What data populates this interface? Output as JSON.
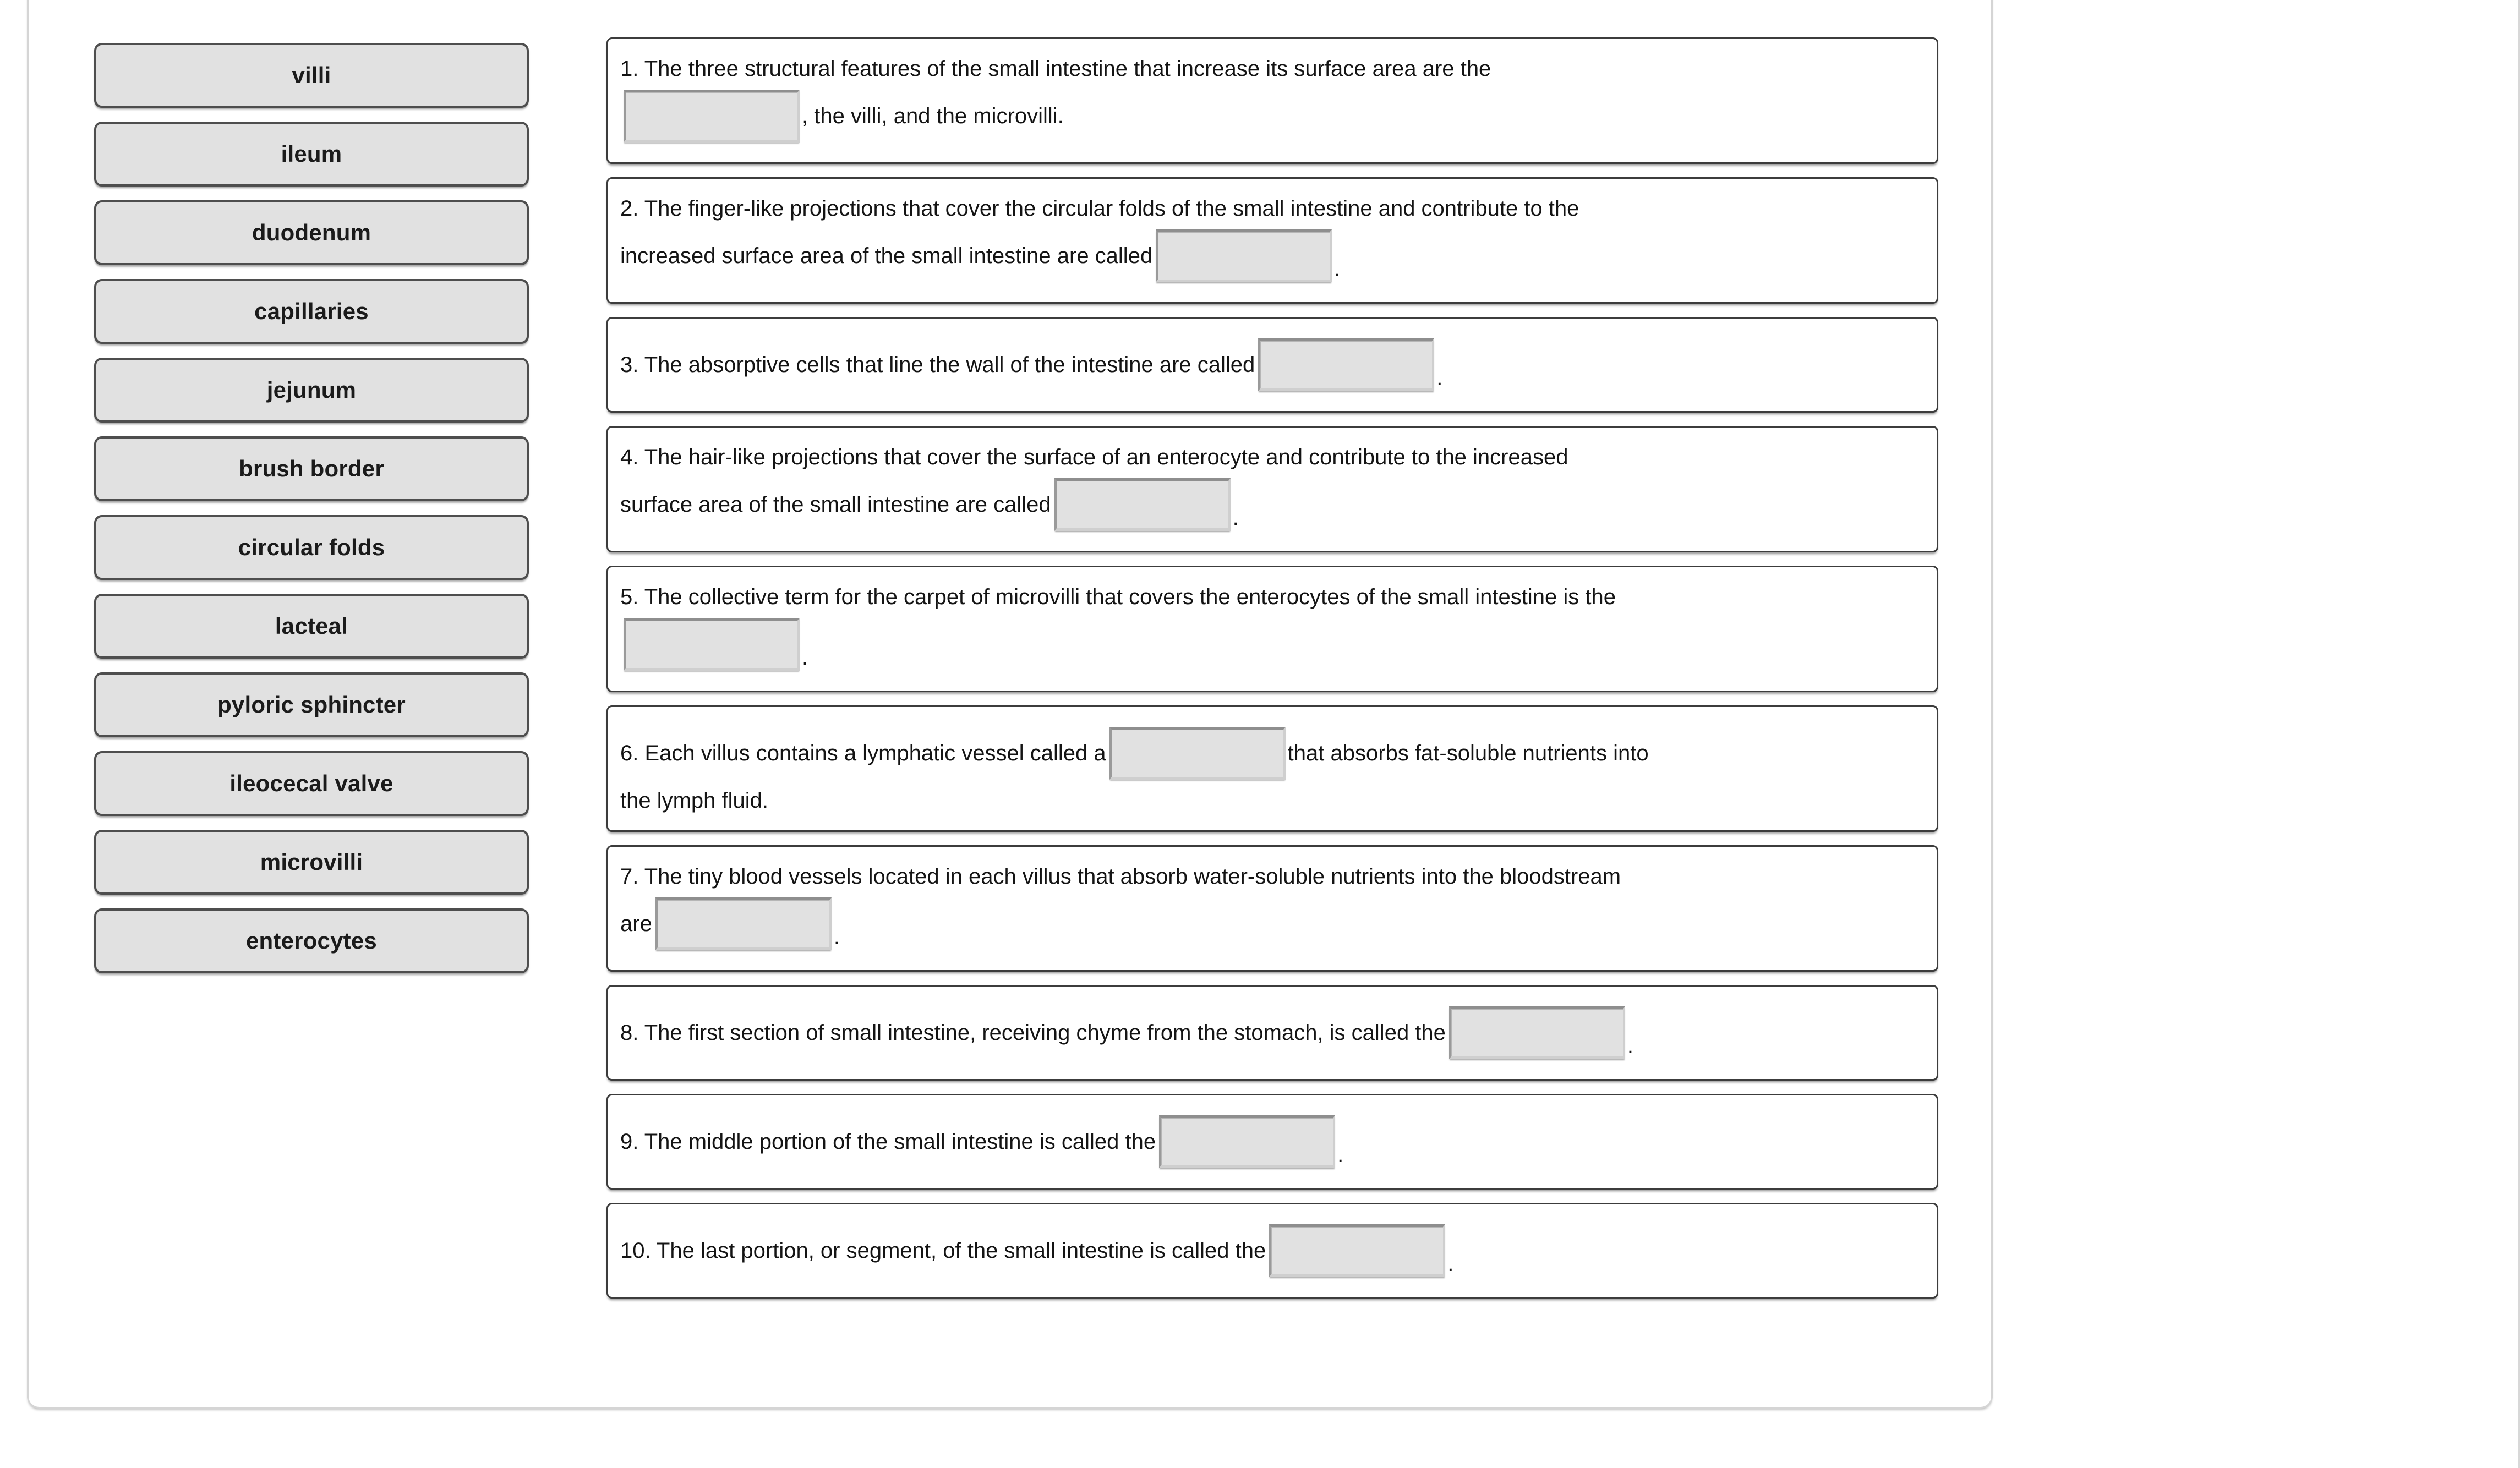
{
  "colors": {
    "chip_fill": "#e1e1e1",
    "chip_border": "#4e4e4e",
    "card_border": "#3c3c3c",
    "blank_fill": "#e1e1e1",
    "page_bg": "#ffffff",
    "outer_frame": "#d5d5d5",
    "text": "#141414"
  },
  "word_bank": {
    "items": [
      {
        "label": "villi"
      },
      {
        "label": "ileum"
      },
      {
        "label": "duodenum"
      },
      {
        "label": "capillaries"
      },
      {
        "label": "jejunum"
      },
      {
        "label": "brush border"
      },
      {
        "label": "circular folds"
      },
      {
        "label": "lacteal"
      },
      {
        "label": "pyloric sphincter"
      },
      {
        "label": "ileocecal valve"
      },
      {
        "label": "microvilli"
      },
      {
        "label": "enterocytes"
      }
    ]
  },
  "questions": [
    {
      "number": "1.",
      "segments": [
        {
          "type": "text",
          "value": "1. The three structural features of the small intestine that increase its surface area are the"
        },
        {
          "type": "break"
        },
        {
          "type": "blank",
          "size": "w-xl",
          "value": ""
        },
        {
          "type": "text",
          "value": ", the villi, and the microvilli."
        }
      ]
    },
    {
      "number": "2.",
      "segments": [
        {
          "type": "text",
          "value": "2. The finger-like projections that cover the circular folds of the small intestine and contribute to the"
        },
        {
          "type": "break"
        },
        {
          "type": "text",
          "value": "increased surface area of the small intestine are called"
        },
        {
          "type": "blank",
          "size": "w-xl",
          "value": ""
        },
        {
          "type": "punct",
          "value": "."
        }
      ]
    },
    {
      "number": "3.",
      "segments": [
        {
          "type": "text",
          "value": "3. The absorptive cells that line the wall of the intestine are called"
        },
        {
          "type": "blank",
          "size": "w-xl",
          "value": ""
        },
        {
          "type": "punct",
          "value": "."
        }
      ]
    },
    {
      "number": "4.",
      "segments": [
        {
          "type": "text",
          "value": "4. The hair-like projections that cover the surface of an enterocyte and contribute to the increased"
        },
        {
          "type": "break"
        },
        {
          "type": "text",
          "value": "surface area of the small intestine are called"
        },
        {
          "type": "blank",
          "size": "w-xl",
          "value": ""
        },
        {
          "type": "punct",
          "value": "."
        }
      ]
    },
    {
      "number": "5.",
      "segments": [
        {
          "type": "text",
          "value": "5. The collective term for the carpet of microvilli that covers the enterocytes of the small intestine is the"
        },
        {
          "type": "break"
        },
        {
          "type": "blank",
          "size": "w-xl",
          "value": ""
        },
        {
          "type": "punct",
          "value": "."
        }
      ]
    },
    {
      "number": "6.",
      "segments": [
        {
          "type": "text",
          "value": "6. Each villus contains a lymphatic vessel called a"
        },
        {
          "type": "blank",
          "size": "w-xl",
          "value": ""
        },
        {
          "type": "text",
          "value": "that absorbs fat-soluble nutrients into"
        },
        {
          "type": "break"
        },
        {
          "type": "text",
          "value": "the lymph fluid."
        }
      ]
    },
    {
      "number": "7.",
      "segments": [
        {
          "type": "text",
          "value": "7. The tiny blood vessels located in each villus that absorb water-soluble nutrients into the bloodstream"
        },
        {
          "type": "break"
        },
        {
          "type": "text",
          "value": "are"
        },
        {
          "type": "blank",
          "size": "w-xl",
          "value": ""
        },
        {
          "type": "punct",
          "value": "."
        }
      ]
    },
    {
      "number": "8.",
      "segments": [
        {
          "type": "text",
          "value": "8. The first section of small intestine, receiving chyme from the stomach, is called the"
        },
        {
          "type": "blank",
          "size": "w-xl",
          "value": ""
        },
        {
          "type": "punct",
          "value": "."
        }
      ]
    },
    {
      "number": "9.",
      "segments": [
        {
          "type": "text",
          "value": "9. The middle portion of the small intestine is called the"
        },
        {
          "type": "blank",
          "size": "w-xl",
          "value": ""
        },
        {
          "type": "punct",
          "value": "."
        }
      ]
    },
    {
      "number": "10.",
      "segments": [
        {
          "type": "text",
          "value": "10. The last portion, or segment, of the small intestine is called the"
        },
        {
          "type": "blank",
          "size": "w-xl",
          "value": ""
        },
        {
          "type": "punct",
          "value": "."
        }
      ]
    }
  ]
}
